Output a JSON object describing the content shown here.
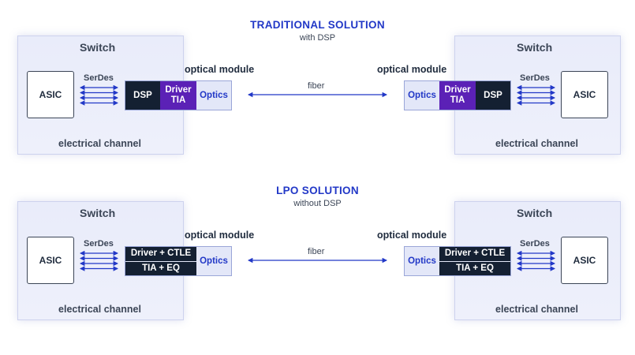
{
  "traditional": {
    "title": "TRADITIONAL SOLUTION",
    "subtitle": "with DSP",
    "left": {
      "switch": "Switch",
      "asic": "ASIC",
      "serdes": "SerDes",
      "channel": "electrical channel",
      "optical_module": "optical module",
      "module": {
        "dsp": "DSP",
        "driver_top": "Driver",
        "driver_bottom": "TIA",
        "optics": "Optics"
      }
    },
    "fiber": "fiber",
    "right": {
      "switch": "Switch",
      "asic": "ASIC",
      "serdes": "SerDes",
      "channel": "electrical channel",
      "optical_module": "optical module",
      "module": {
        "optics": "Optics",
        "driver_top": "Driver",
        "driver_bottom": "TIA",
        "dsp": "DSP"
      }
    }
  },
  "lpo": {
    "title": "LPO SOLUTION",
    "subtitle": "without DSP",
    "left": {
      "switch": "Switch",
      "asic": "ASIC",
      "serdes": "SerDes",
      "channel": "electrical channel",
      "optical_module": "optical module",
      "module": {
        "top": "Driver + CTLE",
        "bottom": "TIA + EQ",
        "optics": "Optics"
      }
    },
    "fiber": "fiber",
    "right": {
      "switch": "Switch",
      "asic": "ASIC",
      "serdes": "SerDes",
      "channel": "electrical channel",
      "optical_module": "optical module",
      "module": {
        "optics": "Optics",
        "top": "Driver + CTLE",
        "bottom": "TIA + EQ"
      }
    }
  },
  "colors": {
    "title": "#2238c7",
    "arrow": "#2238c7",
    "dsp": "#142032",
    "driver": "#5b21b6",
    "optics_bg": "#e3e7f8",
    "switch_bg": "#e9ecfa"
  }
}
